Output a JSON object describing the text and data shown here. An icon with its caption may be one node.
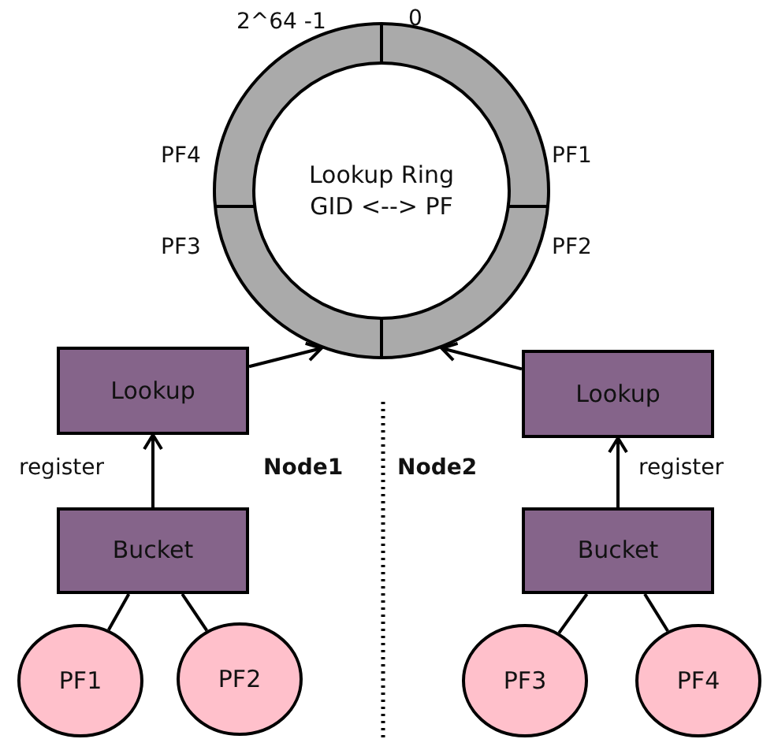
{
  "diagram": {
    "nodes": [
      {
        "text": [
          "Lookup Ring GID <--> PF"
        ],
        "beside": [
          "2^64 -1",
          "0",
          "PF4",
          "PF1",
          "PF3",
          "PF2"
        ]
      },
      {
        "text": [
          "Lookup"
        ]
      },
      {
        "text": [
          "Lookup"
        ]
      },
      {
        "text": [
          "Bucket"
        ]
      },
      {
        "text": [
          "Bucket"
        ]
      },
      {
        "text": [
          "PF1"
        ]
      },
      {
        "text": [
          "PF2"
        ]
      },
      {
        "text": [
          "PF3"
        ]
      },
      {
        "text": [
          "PF4"
        ]
      }
    ],
    "edges": [
      {
        "from": 1,
        "to": 0,
        "arrow": "to"
      },
      {
        "from": 2,
        "to": 0,
        "arrow": "to"
      },
      {
        "from": 3,
        "to": 1,
        "arrow": "to",
        "label": "register"
      },
      {
        "from": 4,
        "to": 2,
        "arrow": "to",
        "label": "register"
      },
      {
        "from": 3,
        "to": 5,
        "arrow": "none"
      },
      {
        "from": 3,
        "to": 6,
        "arrow": "none"
      },
      {
        "from": 4,
        "to": 7,
        "arrow": "none"
      },
      {
        "from": 4,
        "to": 8,
        "arrow": "none"
      }
    ],
    "labels": [
      "Node1",
      "Node2"
    ]
  }
}
